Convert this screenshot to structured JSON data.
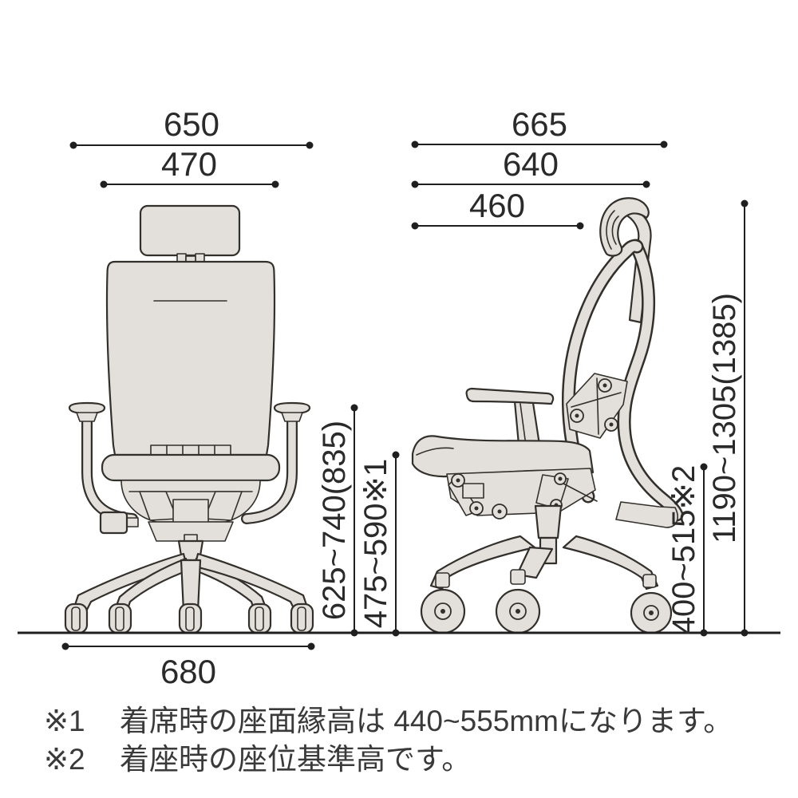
{
  "front_view": {
    "overall_width": "650",
    "backrest_width": "470",
    "base_width": "680",
    "armrest_height": "625~740(835)",
    "seat_height": "475~590※1"
  },
  "side_view": {
    "overall_depth": "665",
    "body_depth": "640",
    "seat_depth": "460",
    "sitting_ref_height": "400~515※2",
    "overall_height": "1190~1305(1385)"
  },
  "footnotes": [
    {
      "marker": "※1",
      "text": "着席時の座面縁高は 440~555mmになります。"
    },
    {
      "marker": "※2",
      "text": "着座時の座位基準高です。"
    }
  ],
  "colors": {
    "background": "#ffffff",
    "line": "#1f1f1f",
    "chair_fill": "#e3e0dc",
    "chair_stroke": "#33302c",
    "text": "#3a3a3a"
  }
}
